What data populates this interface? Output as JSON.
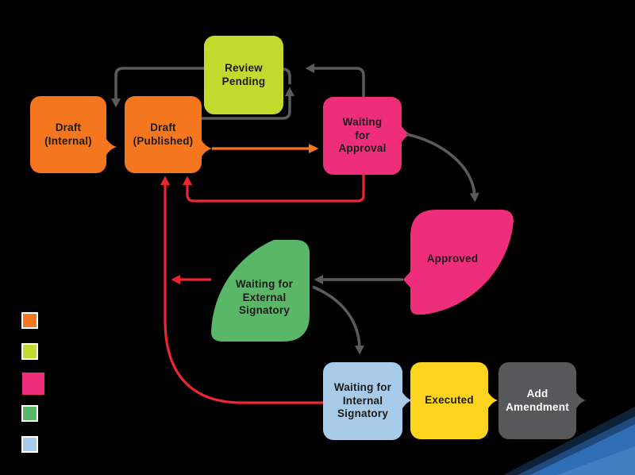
{
  "palette": {
    "background": "#000000",
    "orange": "#F4771F",
    "yellow_green": "#C4D92E",
    "pink": "#EE2E7B",
    "green": "#5BB768",
    "light_blue": "#A8CBE9",
    "yellow": "#FFD41E",
    "dark_gray": "#58585A",
    "arrow_gray": "#5B5B5E",
    "arrow_red": "#EE2630",
    "arrow_orange": "#F4771F",
    "corner_blue": "#2F6DB6",
    "text_dark": "#1b1b1b",
    "text_light": "#ffffff"
  },
  "nodes": {
    "draft_internal": {
      "label": "Draft\n(Internal)",
      "color": "#F4771F"
    },
    "draft_published": {
      "label": "Draft\n(Published)",
      "color": "#F4771F"
    },
    "review_pending": {
      "label": "Review\nPending",
      "color": "#C4D92E"
    },
    "waiting_approval": {
      "label": "Waiting\nfor\nApproval",
      "color": "#EE2E7B"
    },
    "approved": {
      "label": "Approved",
      "color": "#EE2E7B"
    },
    "waiting_external": {
      "label": "Waiting for\nExternal\nSignatory",
      "color": "#5BB768"
    },
    "waiting_internal": {
      "label": "Waiting for\nInternal\nSignatory",
      "color": "#A8CBE9"
    },
    "executed": {
      "label": "Executed",
      "color": "#FFD41E"
    },
    "add_amendment": {
      "label": "Add\nAmendment",
      "color": "#58585A"
    }
  },
  "edges": [
    {
      "from": "draft_internal",
      "to": "draft_published",
      "color": "#F4771F",
      "style": "tab"
    },
    {
      "from": "review_pending",
      "to": "draft_published",
      "color": "#5B5B5E",
      "style": "arrow"
    },
    {
      "from": "draft_published",
      "to": "review_pending",
      "color": "#5B5B5E",
      "style": "arrow"
    },
    {
      "from": "waiting_approval",
      "to": "review_pending",
      "color": "#5B5B5E",
      "style": "arrow"
    },
    {
      "from": "draft_published",
      "to": "waiting_approval",
      "color": "#F4771F",
      "style": "arrow"
    },
    {
      "from": "waiting_approval",
      "to": "draft_published",
      "color": "#EE2630",
      "style": "arrow"
    },
    {
      "from": "waiting_approval",
      "to": "approved",
      "color": "#5B5B5E",
      "style": "arrow"
    },
    {
      "from": "approved",
      "to": "waiting_external",
      "color": "#5B5B5E",
      "style": "arrow"
    },
    {
      "from": "waiting_external",
      "to": "waiting_internal",
      "color": "#5B5B5E",
      "style": "arrow"
    },
    {
      "from": "waiting_external",
      "to": "draft_published",
      "color": "#EE2630",
      "style": "arrow"
    },
    {
      "from": "waiting_internal",
      "to": "draft_published",
      "color": "#EE2630",
      "style": "arrow"
    },
    {
      "from": "waiting_internal",
      "to": "executed",
      "color": "#A8CBE9",
      "style": "tab"
    },
    {
      "from": "executed",
      "to": "add_amendment",
      "color": "#FFD41E",
      "style": "tab"
    },
    {
      "from": "add_amendment",
      "to": "",
      "color": "#58585A",
      "style": "tab"
    }
  ],
  "legend": {
    "swatches": [
      {
        "name": "orange",
        "color": "#F4771F"
      },
      {
        "name": "yellow-green",
        "color": "#C4D92E"
      },
      {
        "name": "pink",
        "color": "#EE2E7B"
      },
      {
        "name": "green",
        "color": "#5BB768"
      },
      {
        "name": "light-blue",
        "color": "#A8CBE9"
      }
    ]
  }
}
